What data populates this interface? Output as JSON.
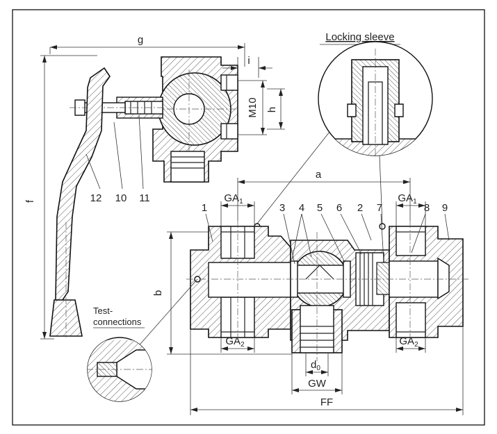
{
  "labels": {
    "locking_sleeve": "Locking sleeve",
    "test_connections_1": "Test-",
    "test_connections_2": "connections",
    "g": "g",
    "f": "f",
    "i": "i",
    "h": "h",
    "m10": "M10",
    "a": "a",
    "b": "b",
    "ga": "GA",
    "ga_sub1": "1",
    "ga_sub2": "2",
    "d0_main": "d",
    "d0_sub": "0",
    "gw": "GW",
    "ff": "FF"
  },
  "part_numbers": {
    "p1": "1",
    "p2": "2",
    "p3": "3",
    "p4": "4",
    "p5": "5",
    "p6": "6",
    "p7": "7",
    "p8": "8",
    "p9": "9",
    "p10": "10",
    "p11": "11",
    "p12": "12"
  },
  "colors": {
    "line": "#111111",
    "hatch": "#555555",
    "frame": "#222222"
  }
}
